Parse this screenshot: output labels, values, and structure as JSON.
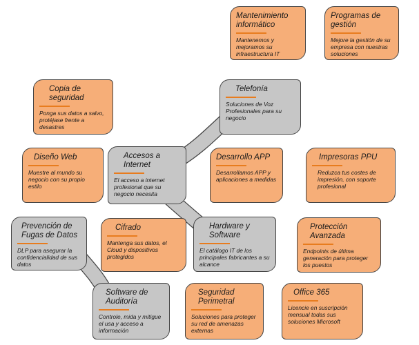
{
  "cards": [
    {
      "id": "mantenimiento",
      "title": "Mantenimiento informático",
      "desc": "Mantenemos y mejoramos su infraestructura IT",
      "color": "orange"
    },
    {
      "id": "programas",
      "title": "Programas de gestión",
      "desc": "Mejore la gestión de su empresa con nuestras soluciones",
      "color": "orange"
    },
    {
      "id": "copia",
      "title": "Copia de seguridad",
      "desc": "Ponga sus datos a salvo, protéjase frente a desastres",
      "color": "orange"
    },
    {
      "id": "telefonia",
      "title": "Telefonía",
      "desc": "Soluciones de Voz Profesionales para su negocio",
      "color": "gray"
    },
    {
      "id": "diseno",
      "title": "Diseño Web",
      "desc": "Muestre al mundo su negocio con su propio estilo",
      "color": "orange"
    },
    {
      "id": "accesos",
      "title": "Accesos a Internet",
      "desc": "El acceso a internet profesional que su negocio necesita",
      "color": "gray"
    },
    {
      "id": "desarrollo",
      "title": "Desarrollo APP",
      "desc": "Desarrollamos APP y aplicaciones a medidas",
      "color": "orange"
    },
    {
      "id": "impresoras",
      "title": "Impresoras PPU",
      "desc": "Reduzca tus costes de impresión, con soporte profesional",
      "color": "orange"
    },
    {
      "id": "prevencion",
      "title": "Prevención de Fugas de Datos",
      "desc": "DLP para asegurar la confidencialidad de sus datos",
      "color": "gray"
    },
    {
      "id": "cifrado",
      "title": "Cifrado",
      "desc": "Mantenga sus datos, el Cloud y dispositivos protegidos",
      "color": "orange"
    },
    {
      "id": "hardware",
      "title": "Hardware y Software",
      "desc": "El catálogo IT de los principales fabricantes a su alcance",
      "color": "gray"
    },
    {
      "id": "proteccion",
      "title": "Protección Avanzada",
      "desc": "Endpoints de última generación para proteger los puestos",
      "color": "orange"
    },
    {
      "id": "auditoria",
      "title": "Software de Auditoría",
      "desc": "Controle, mida y mitigue el usa y acceso a información",
      "color": "gray"
    },
    {
      "id": "seguridad",
      "title": "Seguridad Perimetral",
      "desc": "Soluciones para proteger su red de amenazas externas",
      "color": "orange"
    },
    {
      "id": "office",
      "title": "Office 365",
      "desc": "Licencie en suscripción mensual todas sus soluciones Microsoft",
      "color": "orange"
    }
  ],
  "colors": {
    "orange": "#f6ae78",
    "gray": "#c6c6c6",
    "accent": "#e87c1e",
    "border": "#444444"
  }
}
